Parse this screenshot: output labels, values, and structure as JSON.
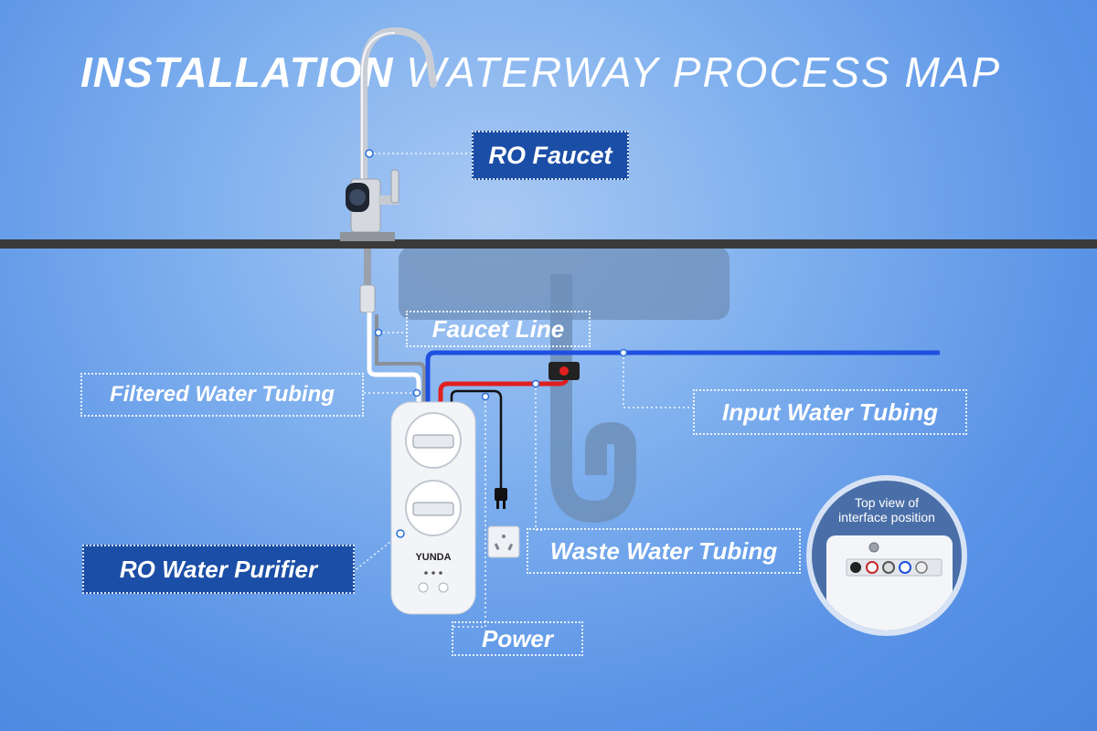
{
  "title": {
    "bold": "INSTALLATION",
    "light": "WATERWAY PROCESS MAP"
  },
  "labels": {
    "ro_faucet": "RO Faucet",
    "faucet_line": "Faucet Line",
    "filtered_water_tubing": "Filtered Water Tubing",
    "input_water_tubing": "Input Water Tubing",
    "ro_water_purifier": "RO Water Purifier",
    "waste_water_tubing": "Waste Water Tubing",
    "power": "Power"
  },
  "device": {
    "brand": "YUNDA"
  },
  "top_view": {
    "caption_line1": "Top view of",
    "caption_line2": "interface position"
  },
  "colors": {
    "input_tube": "#1f4fe0",
    "waste_tube": "#e02020",
    "label_fill": "#1b4ea6",
    "counter": "#3a3a3a"
  }
}
